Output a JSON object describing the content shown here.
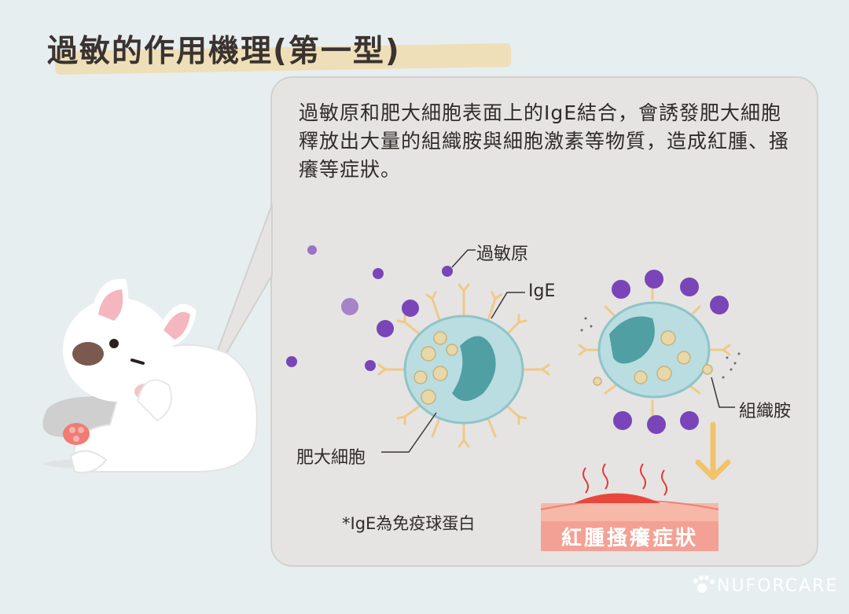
{
  "title": "過敏的作用機理(第一型)",
  "description": "過敏原和肥大細胞表面上的IgE結合，會誘發肥大細胞釋放出大量的組織胺與細胞激素等物質，造成紅腫、搔癢等症狀。",
  "labels": {
    "allergen": "過敏原",
    "ige": "IgE",
    "mast_cell": "肥大細胞",
    "histamine": "組織胺"
  },
  "note": "*IgE為免疫球蛋白",
  "symptom": "紅腫搔癢症狀",
  "brand": "NUFORCARE",
  "colors": {
    "background": "#e7eef0",
    "panel": "#e5e4e2",
    "allergen": "#7a45b8",
    "cell": "#a9d3d8",
    "nucleus": "#4f9fa3",
    "arrow": "#f2c36b",
    "symptom_bar": "#f3a195"
  }
}
